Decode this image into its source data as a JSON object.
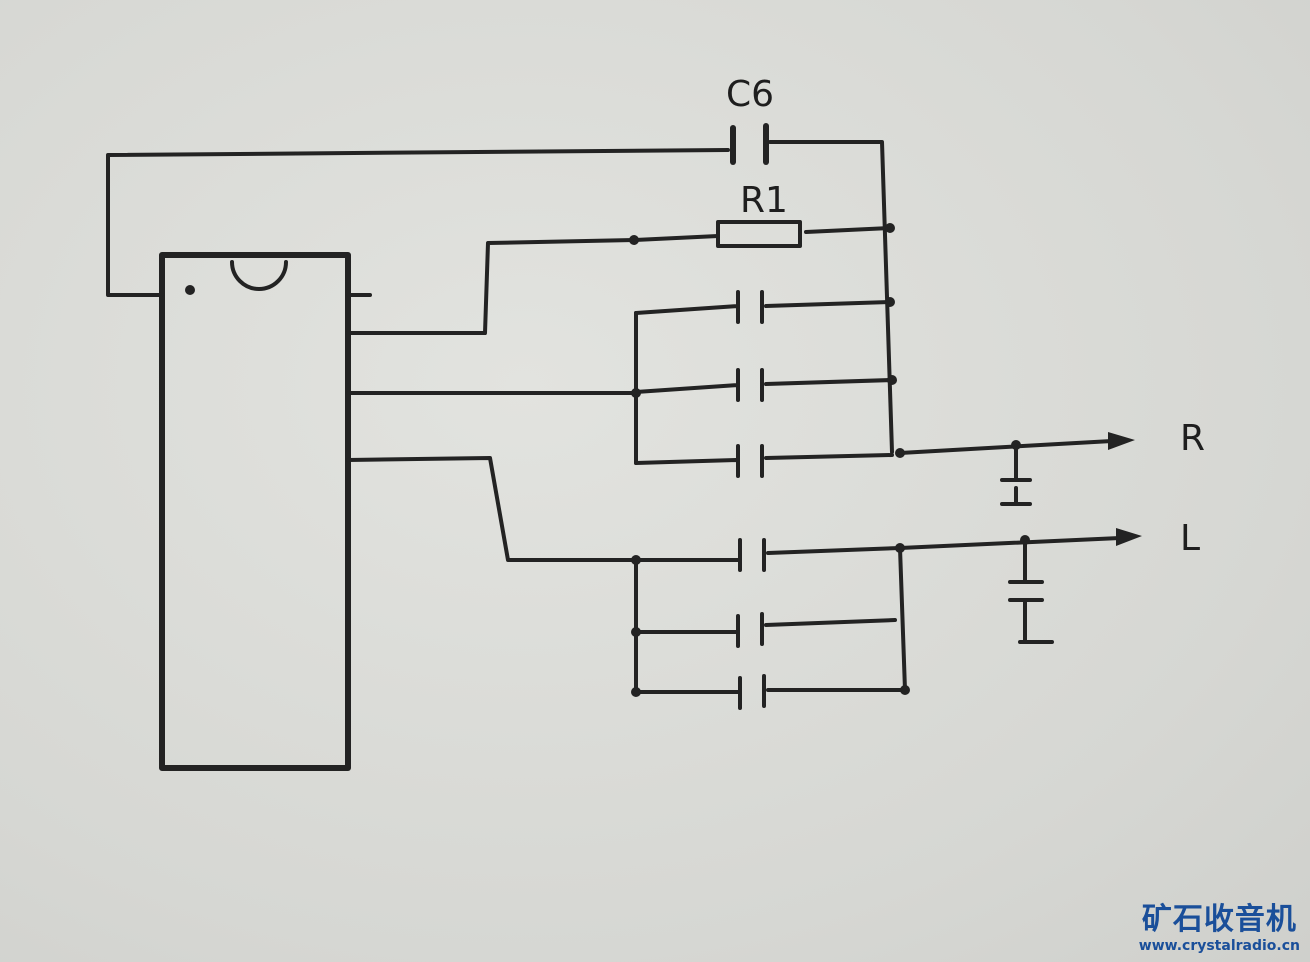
{
  "labels": {
    "c6": "C6",
    "r1": "R1",
    "out_r": "R",
    "out_l": "L"
  },
  "watermark": {
    "title": "矿石收音机",
    "url": "www.crystalradio.cn"
  },
  "colors": {
    "ink": "#232323",
    "paper": "#dcdcd8",
    "watermark": "#1a4f9a"
  }
}
